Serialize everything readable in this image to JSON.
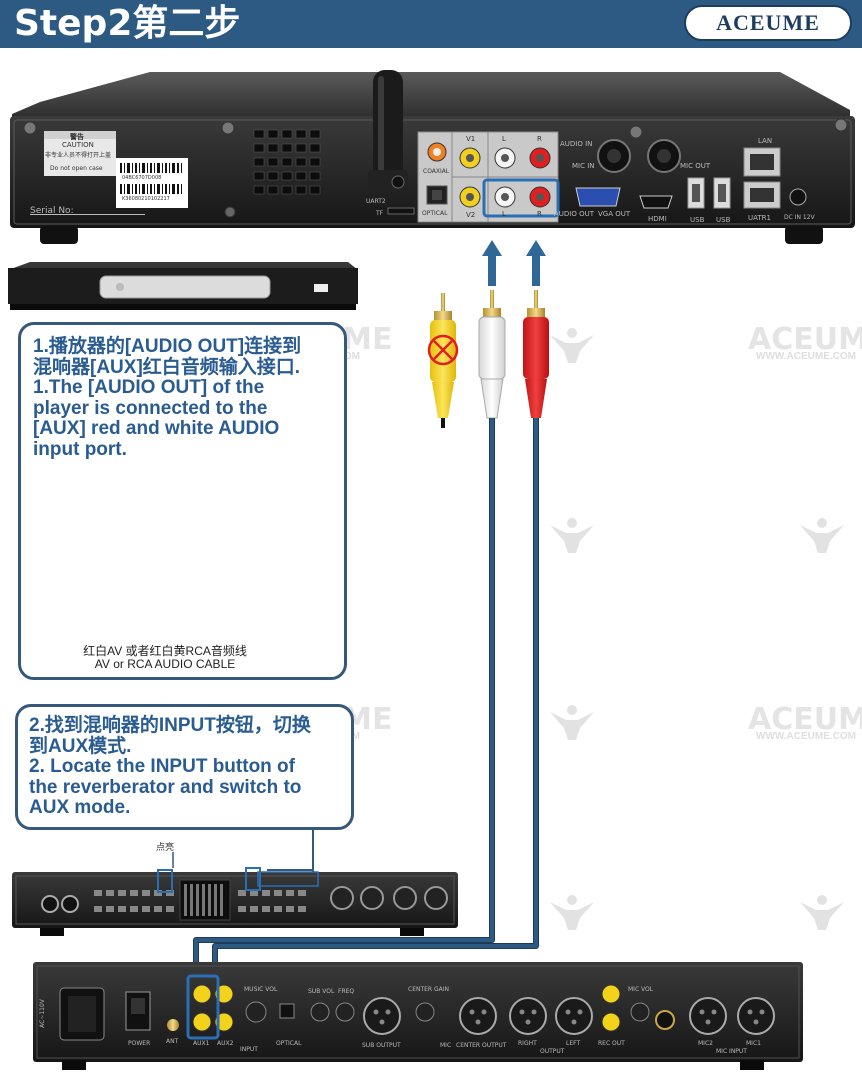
{
  "header": {
    "title": "Step2第二步",
    "logo": "ACEUME",
    "background_color": "#2c5a82"
  },
  "watermark": {
    "text": "ACEUME",
    "url": "WWW.ACEUME.COM"
  },
  "step1": {
    "zh_line1": "1.播放器的[AUDIO OUT]连接到",
    "zh_line2": "混响器[AUX]红白音频输入接口.",
    "en_line1": "1.The [AUDIO OUT] of the",
    "en_line2": "player is connected to the",
    "en_line3": "[AUX] red and white AUDIO",
    "en_line4": "input port.",
    "cable_label_zh": "红白AV 或者红白黄RCA音频线",
    "cable_label_en": "AV or RCA AUDIO CABLE"
  },
  "step2": {
    "zh_line1": "2.找到混响器的INPUT按钮，切换",
    "zh_line2": "到AUX模式.",
    "en_line1": "2. Locate the INPUT button of",
    "en_line2": "the reverberator and switch to",
    "en_line3": "AUX mode.",
    "led_label": "点亮"
  },
  "player_back_panel": {
    "warning_zh": "警告",
    "caution": "CAUTION",
    "warning_sub": "非专业人员不得打开上盖",
    "do_not_open": "Do not open case",
    "barcode_1": "04BC6707D008",
    "barcode_2": "K36080210102217",
    "serial_label": "Serial No:",
    "coaxial": "COAXIAL",
    "optical": "OPTICAL",
    "uart2": "UART2",
    "tf": "TF",
    "v1": "V1",
    "v2": "V2",
    "l": "L",
    "r": "R",
    "audio_in": "AUDIO IN",
    "mic_in": "MIC IN",
    "mic_out": "MIC OUT",
    "audio_out": "AUDIO OUT",
    "vga_out": "VGA OUT",
    "hdmi": "HDMI",
    "usb": "USB",
    "lan": "LAN",
    "uatr1": "UATR1",
    "dc_in": "DC IN 12V"
  },
  "mixer_back_panel": {
    "aux1": "AUX1",
    "aux2": "AUX2",
    "input": "INPUT",
    "music_vol": "MUSIC VOL",
    "optical": "OPTICAL",
    "sub_vol": "SUB VOL",
    "freq": "FREQ",
    "sub_output": "SUB OUTPUT",
    "center_gain": "CENTER GAIN",
    "center_output": "CENTER OUTPUT",
    "right": "RIGHT",
    "left": "LEFT",
    "output": "OUTPUT",
    "rec_out": "REC OUT",
    "mic_vol": "MIC VOL",
    "mic2": "MIC2",
    "mic1": "MIC1",
    "mic_input": "MIC INPUT",
    "power": "POWER",
    "ant": "ANT",
    "ac": "AC~110V",
    "mic": "MIC"
  },
  "colors": {
    "cable_line": "#2c5a82",
    "arrow": "#2f6796",
    "callout_border": "#34597d",
    "text_blue": "#2a5c91",
    "highlight_box": "#2a6fb5",
    "rca_red": "#d81e1e",
    "rca_white": "#f0f0f0",
    "rca_yellow": "#f3d21b"
  }
}
